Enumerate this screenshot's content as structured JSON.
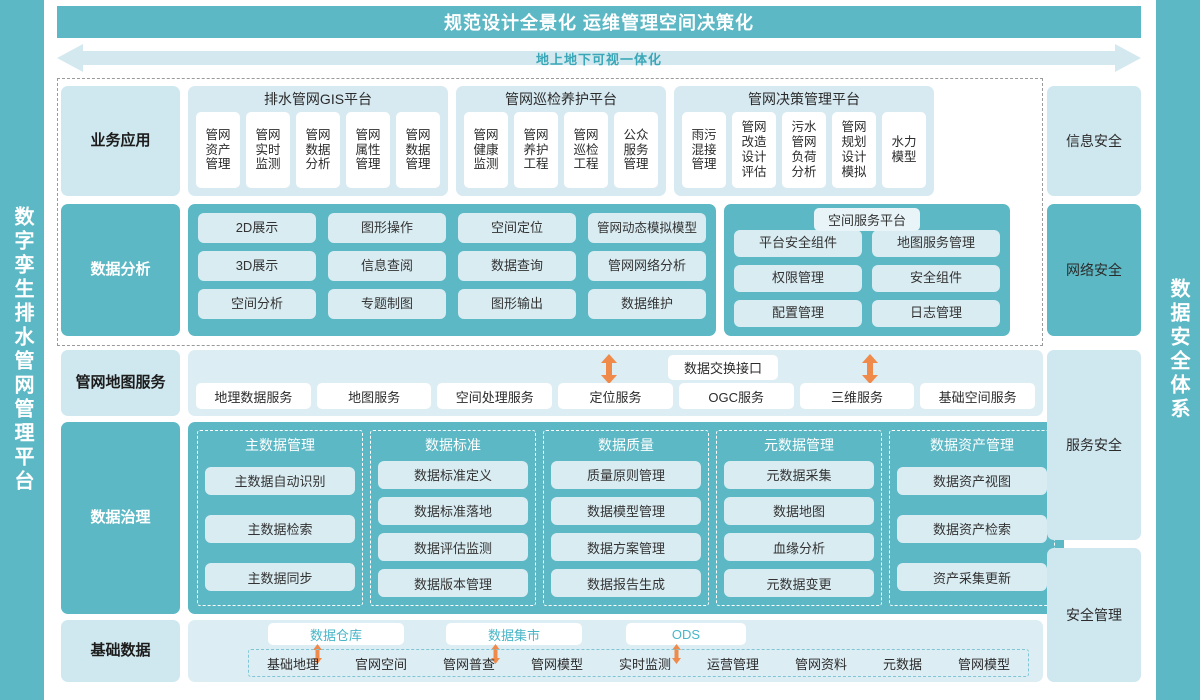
{
  "rails": {
    "left": "数字孪生排水管网管理平台",
    "right": "数据安全体系"
  },
  "header": {
    "title": "规范设计全景化  运维管理空间决策化",
    "band_label": "地上地下可视一体化"
  },
  "colors": {
    "teal": "#5cb8c4",
    "pale_blue": "#cfe7ef",
    "panel_blue": "#dcedf3",
    "chip_blue": "#d9ecf2",
    "orange": "#f08a4b",
    "white": "#ffffff"
  },
  "rows": {
    "business": {
      "label": "业务应用",
      "platforms": [
        {
          "title": "排水管网GIS平台",
          "items": [
            "管网\n资产\n管理",
            "管网\n实时\n监测",
            "管网\n数据\n分析",
            "管网\n属性\n管理",
            "管网\n数据\n管理"
          ]
        },
        {
          "title": "管网巡检养护平台",
          "items": [
            "管网\n健康\n监测",
            "管网\n养护\n工程",
            "管网\n巡检\n工程",
            "公众\n服务\n管理"
          ]
        },
        {
          "title": "管网决策管理平台",
          "items": [
            "雨污\n混接\n管理",
            "管网\n改造\n设计\n评估",
            "污水\n管网\n负荷\n分析",
            "管网\n规划\n设计\n模拟",
            "水力\n模型"
          ]
        }
      ]
    },
    "analysis": {
      "label": "数据分析",
      "columns": [
        [
          "2D展示",
          "3D展示",
          "空间分析"
        ],
        [
          "图形操作",
          "信息查阅",
          "专题制图"
        ],
        [
          "空间定位",
          "数据查询",
          "图形输出"
        ],
        [
          "管网动态\n模拟模型",
          "管网网络分析",
          "数据维护"
        ]
      ],
      "spatial_platform": {
        "title": "空间服务平台",
        "columns": [
          [
            "平台安全组件",
            "权限管理",
            "配置管理"
          ],
          [
            "地图服务管理",
            "安全组件",
            "日志管理"
          ]
        ]
      }
    },
    "map_services": {
      "label": "管网地图\n服务",
      "exchange_label": "数据交换接口",
      "items": [
        "地理数据服务",
        "地图服务",
        "空间处理服务",
        "定位服务",
        "OGC服务",
        "三维服务",
        "基础空间服务"
      ]
    },
    "governance": {
      "label": "数据治理",
      "columns": [
        {
          "title": "主数据管理",
          "items": [
            "主数据自动识别",
            "主数据检索",
            "主数据同步"
          ]
        },
        {
          "title": "数据标准",
          "items": [
            "数据标准定义",
            "数据标准落地",
            "数据评估监测",
            "数据版本管理"
          ]
        },
        {
          "title": "数据质量",
          "items": [
            "质量原则管理",
            "数据模型管理",
            "数据方案管理",
            "数据报告生成"
          ]
        },
        {
          "title": "元数据管理",
          "items": [
            "元数据采集",
            "数据地图",
            "血缘分析",
            "元数据变更"
          ]
        },
        {
          "title": "数据资产管理",
          "items": [
            "数据资产视图",
            "数据资产检索",
            "资产采集更新"
          ]
        }
      ]
    },
    "basic_data": {
      "label": "基础数据",
      "tags": [
        "数据仓库",
        "数据集市",
        "ODS"
      ],
      "items": [
        "基础地理",
        "官网空间",
        "管网普查",
        "管网模型",
        "实时监测",
        "运营管理",
        "管网资料",
        "元数据",
        "管网模型"
      ]
    }
  },
  "security_column": [
    {
      "label": "信息安全",
      "style": "pale"
    },
    {
      "label": "网络安全",
      "style": "teal"
    },
    {
      "label": "服务安全",
      "style": "pale"
    },
    {
      "label": "安全管理",
      "style": "pale"
    }
  ]
}
